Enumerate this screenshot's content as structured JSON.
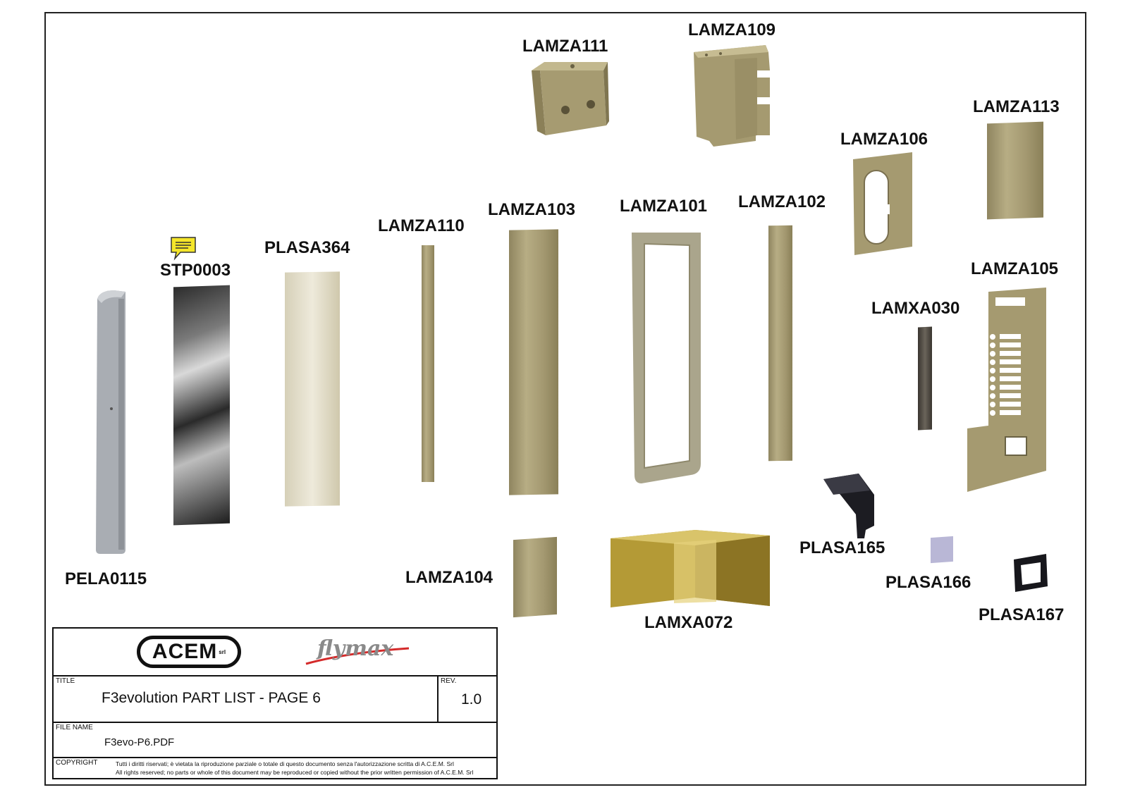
{
  "parts": {
    "lamza111": "LAMZA111",
    "lamza109": "LAMZA109",
    "lamza113": "LAMZA113",
    "lamza106": "LAMZA106",
    "lamza103": "LAMZA103",
    "lamza101": "LAMZA101",
    "lamza102": "LAMZA102",
    "lamza110": "LAMZA110",
    "plasa364": "PLASA364",
    "stp0003": "STP0003",
    "lamza105": "LAMZA105",
    "lamxa030": "LAMXA030",
    "pela0115": "PELA0115",
    "lamza104": "LAMZA104",
    "lamxa072": "LAMXA072",
    "plasa165": "PLASA165",
    "plasa166": "PLASA166",
    "plasa167": "PLASA167"
  },
  "title_block": {
    "logo_acem": "ACEM",
    "logo_acem_suffix": "srl",
    "logo_flymax": "flymax",
    "title_caption": "TITLE",
    "title_value": "F3evolution PART LIST - PAGE 6",
    "rev_caption": "REV.",
    "rev_value": "1.0",
    "file_caption": "FILE NAME",
    "file_value": "F3evo-P6.PDF",
    "copyright_caption": "COPYRIGHT",
    "copyright_it": "Tutti i diritti riservati; è vietata la riproduzione parziale o totale di questo documento senza l'autorizzazione scritta di A.C.E.M. Srl",
    "copyright_en": "All rights reserved; no parts or whole of this document may be reproduced or copied without the prior written permission of A.C.E.M. Srl"
  },
  "colors": {
    "gold": "#a89e74",
    "note_yellow": "#f5e62a",
    "black_part": "#1a1a1f",
    "lavender_part": "#b9b7d6"
  }
}
